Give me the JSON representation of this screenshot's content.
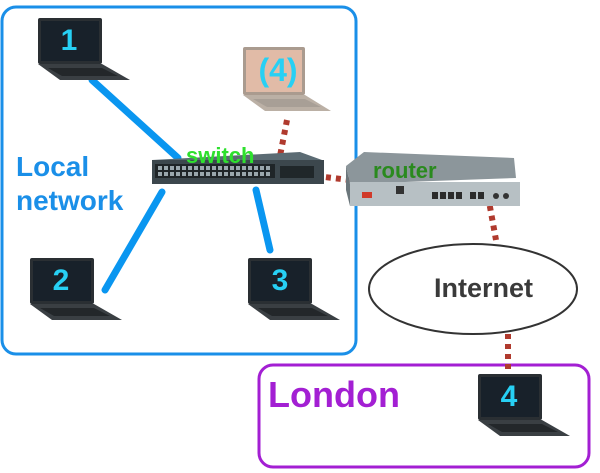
{
  "labels": {
    "local_network": [
      "Local",
      "network"
    ],
    "switch": "switch",
    "router": "router",
    "internet": "Internet",
    "london": "London"
  },
  "computers": {
    "pc1": "1",
    "pc2": "2",
    "pc3": "3",
    "pc4_optional": "(4)",
    "pc_london": "4"
  },
  "colors": {
    "local_box": "#1a8fe8",
    "london_box": "#a31fd3",
    "lan_links": "#0a96f0",
    "wan_links": "#c0392b",
    "number_text": "#27d0f4"
  }
}
